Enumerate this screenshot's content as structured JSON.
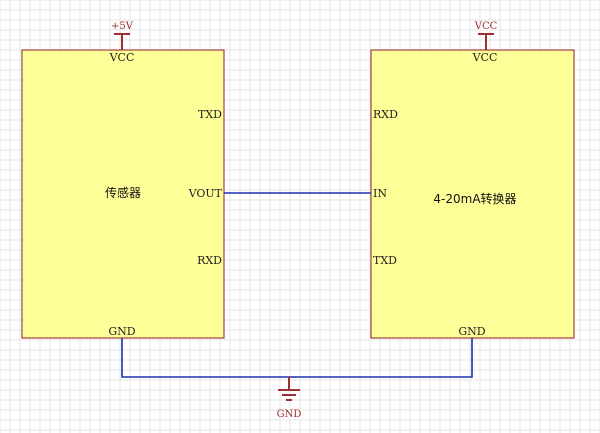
{
  "colors": {
    "block_fill": "#ffff99",
    "block_border": "#a04040",
    "wire": "#1f2fb0",
    "power_symbol": "#a03030"
  },
  "sensor": {
    "name": "传感器",
    "power_label": "+5V",
    "vcc_pin": "VCC",
    "txd_pin": "TXD",
    "vout_pin": "VOUT",
    "rxd_pin": "RXD",
    "gnd_pin": "GND"
  },
  "converter": {
    "name": "4-20mA转换器",
    "power_label": "VCC",
    "vcc_pin": "VCC",
    "rxd_pin": "RXD",
    "in_pin": "IN",
    "txd_pin": "TXD",
    "gnd_pin": "GND"
  },
  "ground": {
    "label": "GND"
  }
}
